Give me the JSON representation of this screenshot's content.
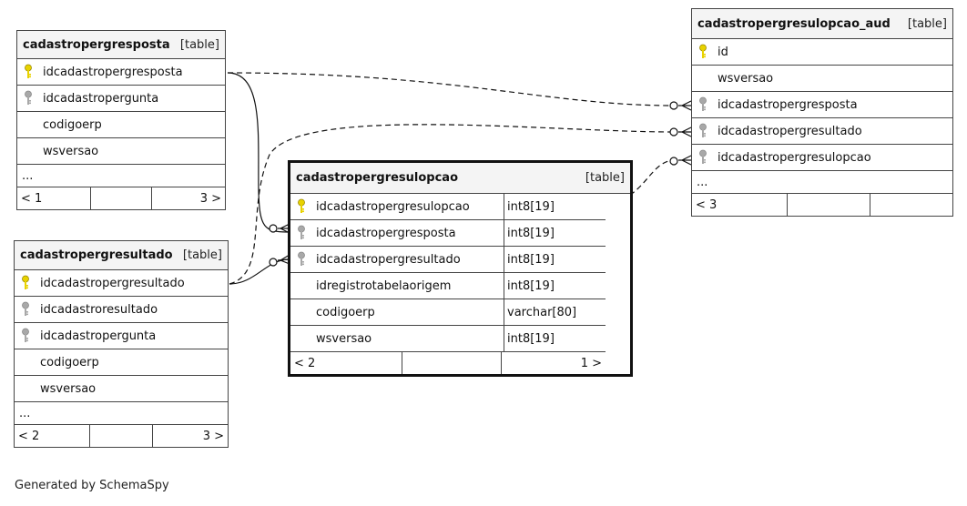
{
  "tables": {
    "resposta": {
      "name": "cadastropergresposta",
      "type": "[table]",
      "columns": [
        {
          "name": "idcadastropergresposta",
          "key": "primary"
        },
        {
          "name": "idcadastropergunta",
          "key": "foreign"
        },
        {
          "name": "codigoerp",
          "key": ""
        },
        {
          "name": "wsversao",
          "key": ""
        }
      ],
      "ellipsis": "...",
      "footer": {
        "left": "< 1",
        "right": "3 >"
      }
    },
    "resultado": {
      "name": "cadastropergresultado",
      "type": "[table]",
      "columns": [
        {
          "name": "idcadastropergresultado",
          "key": "primary"
        },
        {
          "name": "idcadastroresultado",
          "key": "foreign"
        },
        {
          "name": "idcadastropergunta",
          "key": "foreign"
        },
        {
          "name": "codigoerp",
          "key": ""
        },
        {
          "name": "wsversao",
          "key": ""
        }
      ],
      "ellipsis": "...",
      "footer": {
        "left": "< 2",
        "right": "3 >"
      }
    },
    "opcao": {
      "name": "cadastropergresulopcao",
      "type": "[table]",
      "columns": [
        {
          "name": "idcadastropergresulopcao",
          "key": "primary",
          "dtype": "int8[19]"
        },
        {
          "name": "idcadastropergresposta",
          "key": "foreign",
          "dtype": "int8[19]"
        },
        {
          "name": "idcadastropergresultado",
          "key": "foreign",
          "dtype": "int8[19]"
        },
        {
          "name": "idregistrotabelaorigem",
          "key": "",
          "dtype": "int8[19]"
        },
        {
          "name": "codigoerp",
          "key": "",
          "dtype": "varchar[80]"
        },
        {
          "name": "wsversao",
          "key": "",
          "dtype": "int8[19]"
        }
      ],
      "footer": {
        "left": "< 2",
        "right": "1 >"
      }
    },
    "aud": {
      "name": "cadastropergresulopcao_aud",
      "type": "[table]",
      "columns": [
        {
          "name": "id",
          "key": "primary"
        },
        {
          "name": "wsversao",
          "key": ""
        },
        {
          "name": "idcadastropergresposta",
          "key": "foreign"
        },
        {
          "name": "idcadastropergresultado",
          "key": "foreign"
        },
        {
          "name": "idcadastropergresulopcao",
          "key": "foreign"
        }
      ],
      "ellipsis": "...",
      "footer": {
        "left": "< 3",
        "right": ""
      }
    }
  },
  "generated_by": "Generated by SchemaSpy",
  "colors": {
    "primary_key": "#e8d200",
    "foreign_key": "#a8a8a8",
    "border": "#444444"
  }
}
